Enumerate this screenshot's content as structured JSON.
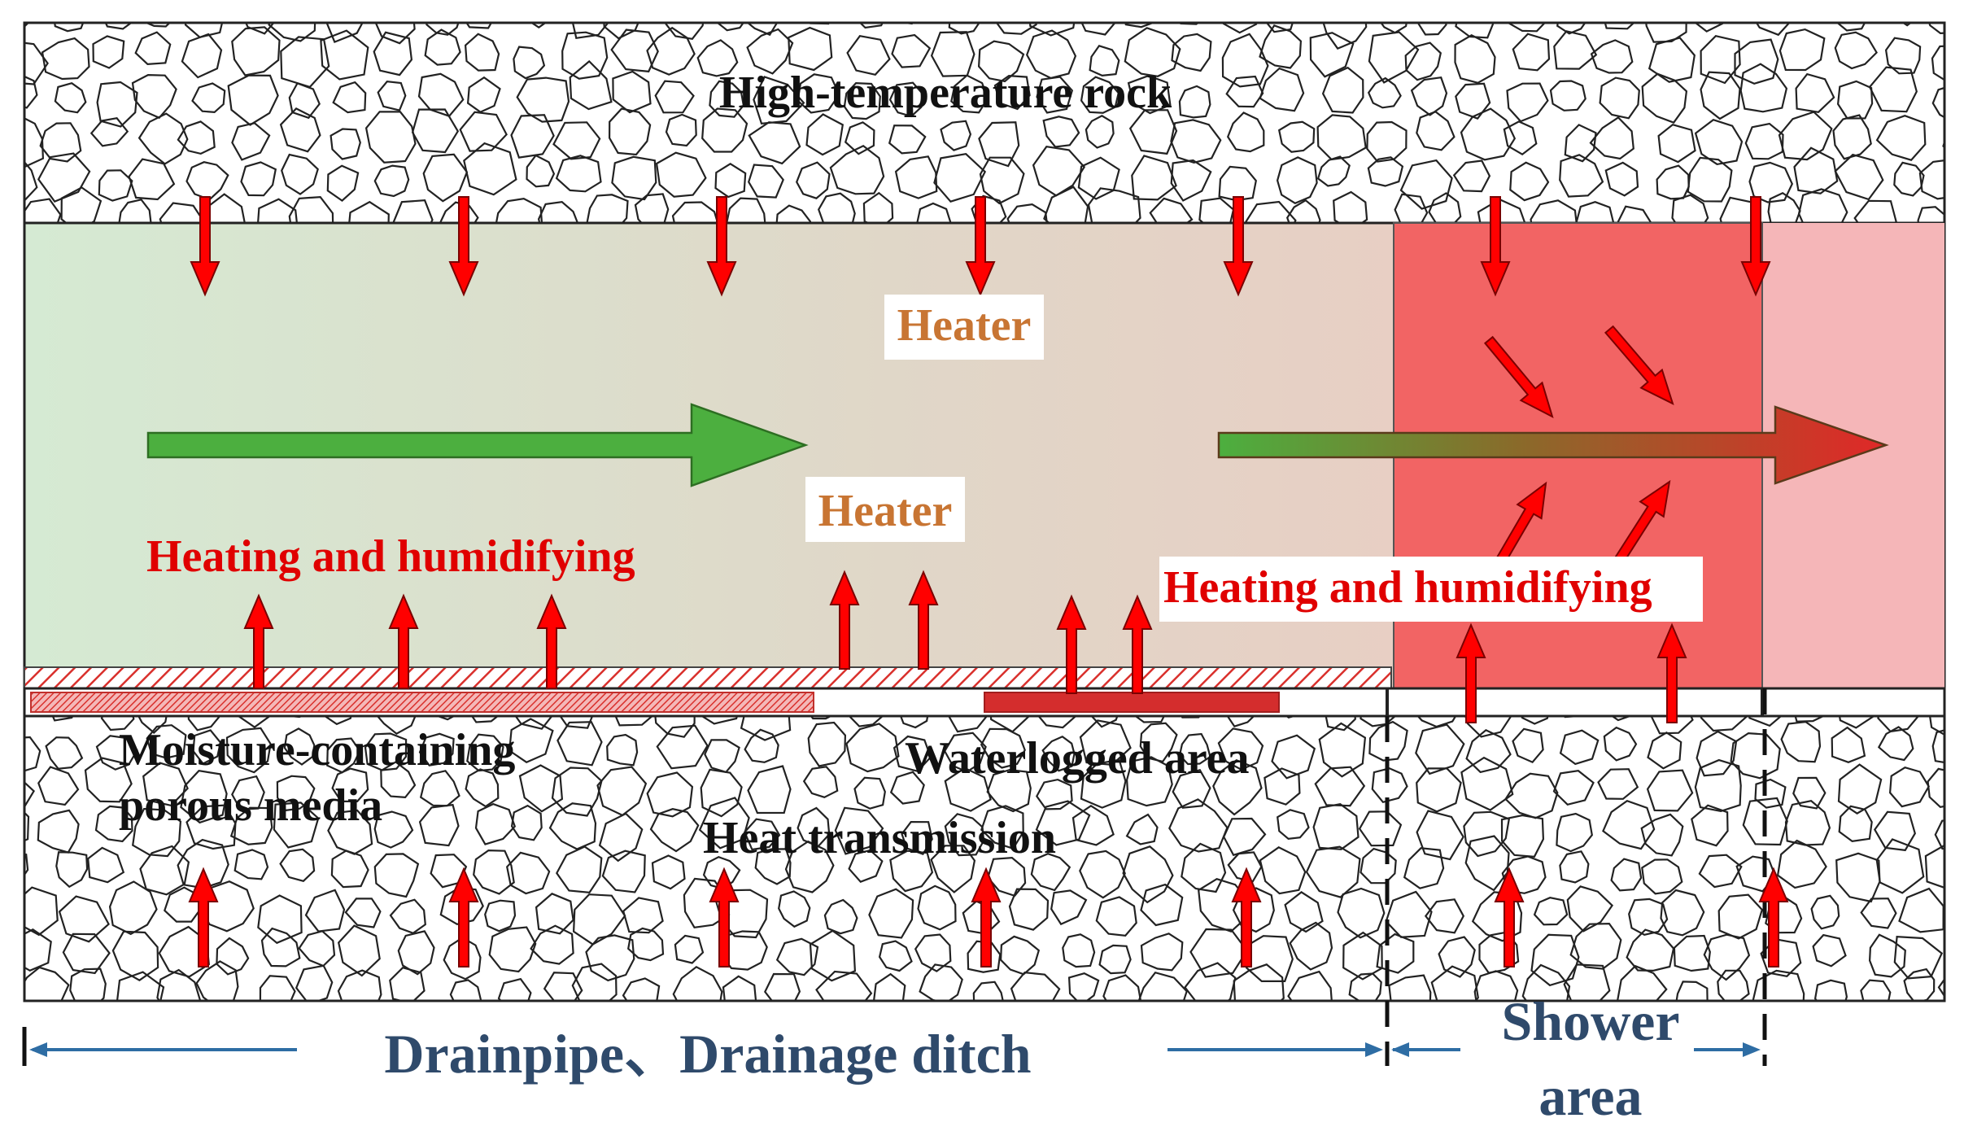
{
  "labels": {
    "rock_top": "High-temperature rock",
    "heater_1": "Heater",
    "heater_2": "Heater",
    "heating_left": "Heating and humidifying",
    "heating_right": "Heating and humidifying",
    "moisture_line1": "Moisture-containing",
    "moisture_line2": "porous media",
    "waterlogged": "Waterlogged area",
    "heat_transmission": "Heat transmission",
    "drainpipe": "Drainpipe、Drainage ditch",
    "shower_line1": "Shower",
    "shower_line2": "area"
  },
  "colors": {
    "airflow_start": "#d5ead3",
    "airflow_mid": "#e0d7c8",
    "airflow_end": "#f0c6c0",
    "shower_zone": "#f26464",
    "shower_tail": "#f5b6b8",
    "heat_arrow": "#ff0000",
    "green_arrow": "#4caf3f",
    "red_arrow": "#d42d2d",
    "dimension_line": "#2e6da4",
    "label_blue": "#2f4a6b",
    "heater_label": "#c87533"
  }
}
